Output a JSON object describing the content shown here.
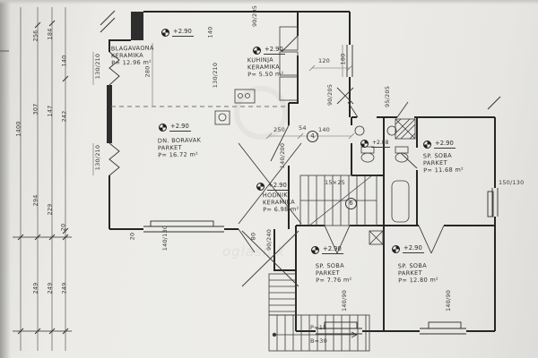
{
  "watermark": {
    "text": "oglasnik"
  },
  "rooms": [
    {
      "name": "BLAGAVAONA",
      "floor": "KERAMIKA",
      "area": "P= 12.96 m²",
      "level": "+2.90"
    },
    {
      "name": "KUHINJA",
      "floor": "KERAMIKA",
      "area": "P= 5.50 m²",
      "level": "+2.90"
    },
    {
      "name": "DN. BORAVAK",
      "floor": "PARKET",
      "area": "P= 16.72 m²",
      "level": "+2.90"
    },
    {
      "name": "SP. SOBA",
      "floor": "PARKET",
      "area": "P= 11.68 m²",
      "level": "+2.90"
    },
    {
      "name": "HODNIK",
      "floor": "KERAMIKA",
      "area": "P= 6.98 m²",
      "level": "+2.90"
    },
    {
      "name": "SP. SOBA",
      "floor": "PARKET",
      "area": "P= 7.76 m²",
      "level": "+2.90"
    },
    {
      "name": "SP. SOBA",
      "floor": "PARKET",
      "area": "P= 12.80 m²",
      "level": "+2.90"
    }
  ],
  "bath": {
    "level": "+2.88"
  },
  "room_numbers": {
    "hall": "4",
    "stair": "6"
  },
  "left_chain": {
    "overall": "1400",
    "col1": [
      "256",
      "307",
      "294",
      "249"
    ],
    "col2": [
      "184",
      "147",
      "229",
      "249"
    ],
    "col3": [
      "140",
      "242",
      "20",
      "249"
    ]
  },
  "dims": {
    "window_left_top": "130/210",
    "window_left_bottom": "130/210",
    "dining_height": "280",
    "kitchen_width": "140",
    "kitchen_door": "130/210",
    "door_top": "90/205",
    "opening_top": "120",
    "pantry_height": "180",
    "corridor_door_a": "90/205",
    "corridor_door_b": "95/205",
    "hall_a": "250",
    "hall_b": "54",
    "hall_c": "140",
    "living_door": "140/200",
    "south_a": "20",
    "south_window": "140/130",
    "south_b": "80",
    "south_door": "90/240",
    "east_window": "150/130",
    "bottom_left_window": "140/90",
    "bottom_right_window": "140/90",
    "stair_note": "15×25",
    "ext_stair_rise": "P=15",
    "ext_stair_tread": "B=30"
  }
}
